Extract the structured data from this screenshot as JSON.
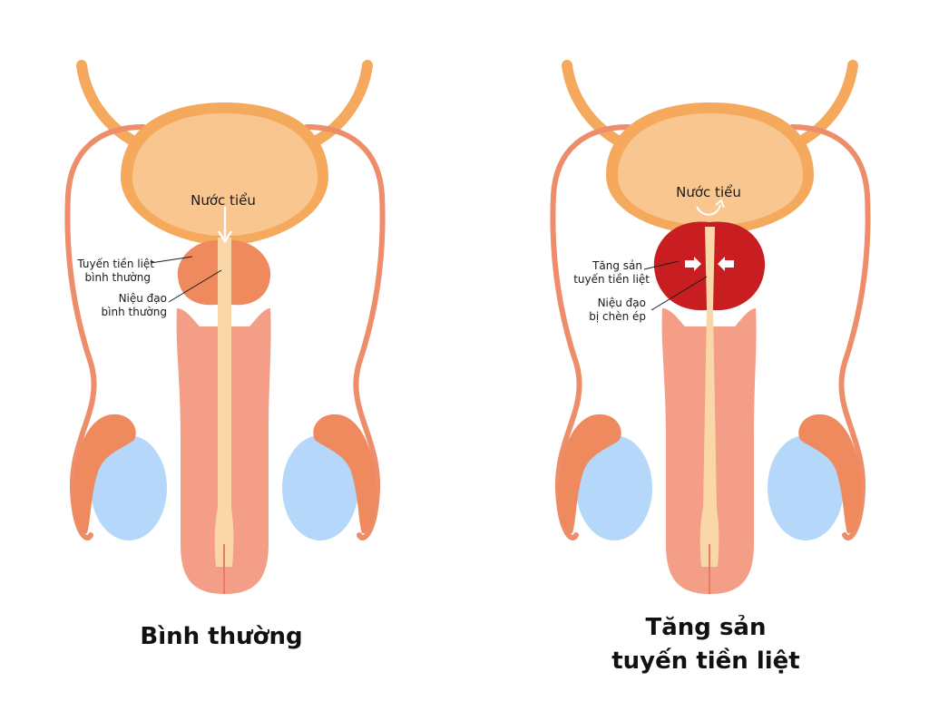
{
  "colors": {
    "bladder_wall": "#F4A95C",
    "bladder_fill": "#F9C690",
    "vas_deferens": "#EE8D6A",
    "prostate_normal": "#EE8A5E",
    "prostate_enlarged": "#C81E22",
    "penis": "#F49E88",
    "urethra": "#FAD7A8",
    "testis": "#B4D7FA",
    "epididymis": "#EE8A5E"
  },
  "normal": {
    "urine_label": "Nước tiểu",
    "prostate_label_1": "Tuyến tiền liệt",
    "prostate_label_2": "bình thường",
    "urethra_label_1": "Niệu đạo",
    "urethra_label_2": "bình thường",
    "title": "Bình thường"
  },
  "bph": {
    "urine_label": "Nước tiểu",
    "prostate_label_1": "Tăng sản",
    "prostate_label_2": "tuyến tiền liệt",
    "urethra_label_1": "Niệu đạo",
    "urethra_label_2": "bị chèn ép",
    "title_1": "Tăng sản",
    "title_2": "tuyến tiền liệt"
  }
}
